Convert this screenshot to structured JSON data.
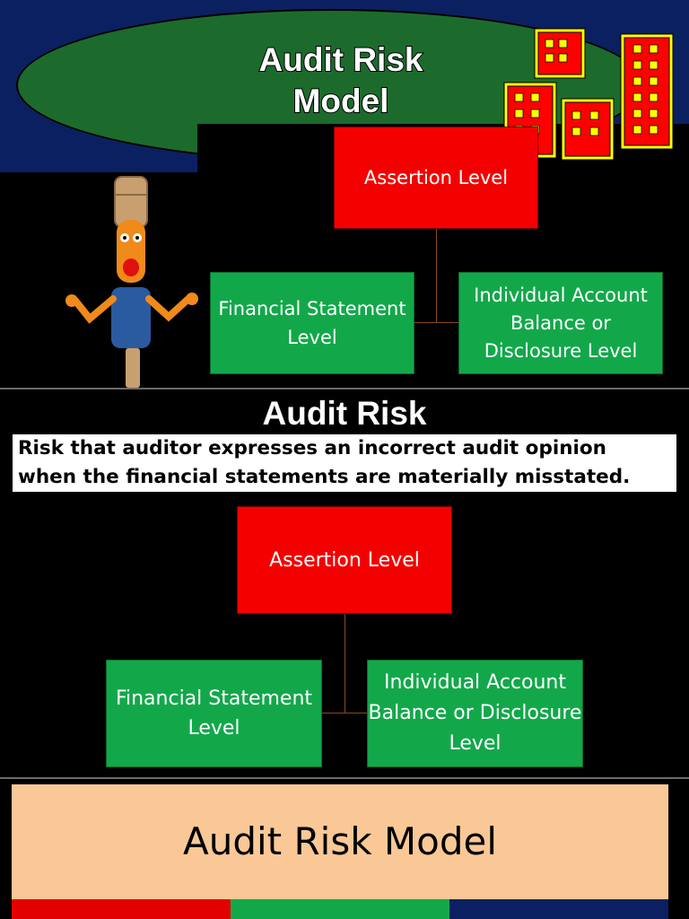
{
  "slide1": {
    "title_line1": "Audit Risk",
    "title_line2": "Model",
    "chart": {
      "root": "Assertion Level",
      "left": "Financial Statement Level",
      "right": "Individual Account Balance or Disclosure Level"
    }
  },
  "slide2": {
    "title": "Audit Risk",
    "definition": "Risk that auditor expresses an incorrect audit opinion when the financial statements are materially misstated.",
    "chart": {
      "root": "Assertion Level",
      "left": "Financial Statement Level",
      "right": "Individual Account Balance or Disclosure Level"
    }
  },
  "slide3": {
    "title": "Audit Risk Model",
    "bar_colors": [
      "#e30000",
      "#12a84a",
      "#0b2060"
    ]
  },
  "colors": {
    "header_band": "#0b2060",
    "ellipse": "#1c6b2c",
    "assertion_box": "#f50000",
    "level_box": "#12a84a",
    "panel": "#f9c896"
  }
}
